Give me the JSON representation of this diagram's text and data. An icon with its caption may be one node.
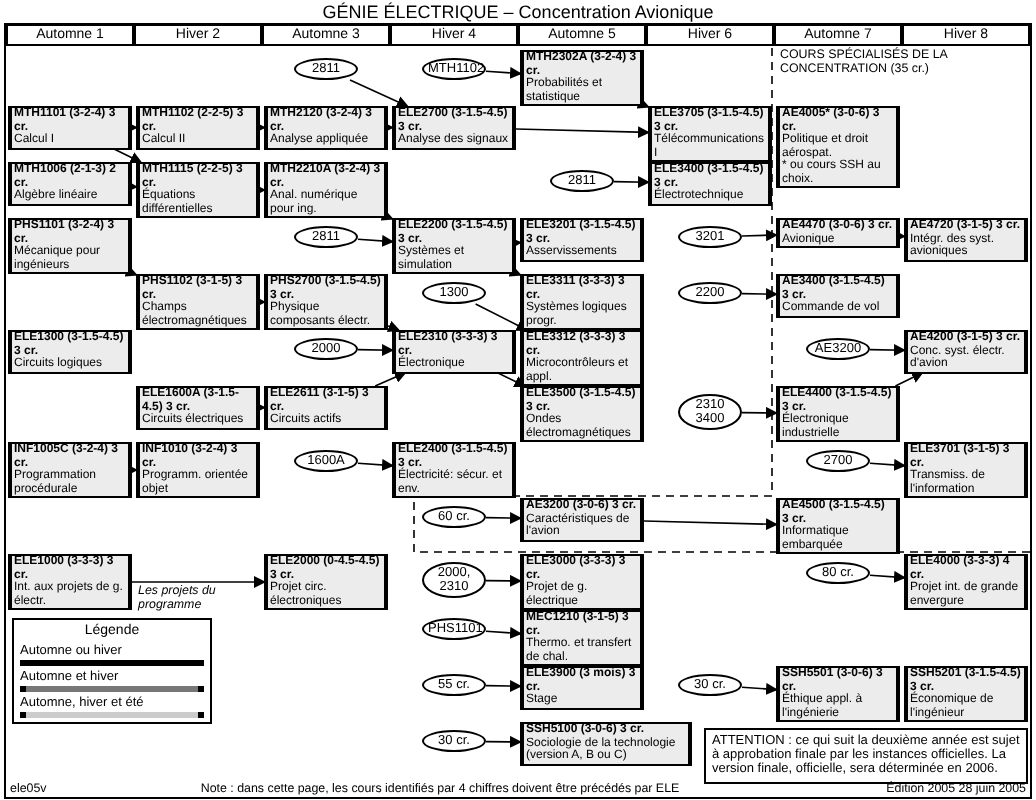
{
  "diagram": {
    "title": "GÉNIE ÉLECTRIQUE – Concentration Avionique",
    "nodes": [
      {
        "text": [
          "MTH1101 (3-2-4) 3 cr.",
          "Calcul I"
        ]
      },
      {
        "text": [
          "MTH1006 (2-1-3) 2 cr.",
          "Algèbre linéaire"
        ]
      },
      {
        "text": [
          "PHS1101 (3-2-4) 3 cr.",
          "Mécanique pour ingénieurs"
        ]
      },
      {
        "text": [
          "ELE1300 (3-1.5-4.5) 3 cr.",
          "Circuits logiques"
        ]
      },
      {
        "text": [
          "INF1005C (3-2-4) 3 cr.",
          "Programmation procédurale"
        ]
      },
      {
        "text": [
          "ELE1000 (3-3-3) 3 cr.",
          "Int. aux projets de g. électr."
        ]
      },
      {
        "text": [
          "MTH1102 (2-2-5) 3 cr.",
          "Calcul II"
        ]
      },
      {
        "text": [
          "MTH1115 (2-2-5) 3 cr.",
          "Équations différentielles"
        ]
      },
      {
        "text": [
          "PHS1102 (3-1-5) 3 cr.",
          "Champs électromagnétiques"
        ]
      },
      {
        "text": [
          "ELE1600A (3-1.5-4.5) 3 cr.",
          "Circuits électriques"
        ]
      },
      {
        "text": [
          "INF1010 (3-2-4) 3 cr.",
          "Programm. orientée objet"
        ]
      },
      {
        "text": [
          "MTH2120 (3-2-4) 3 cr.",
          "Analyse appliquée"
        ]
      },
      {
        "text": [
          "MTH2210A (3-2-4) 3 cr.",
          "Anal. numérique pour ing."
        ]
      },
      {
        "text": [
          "PHS2700 (3-1.5-4.5) 3 cr.",
          "Physique composants électr."
        ]
      },
      {
        "text": [
          "ELE2611 (3-1-5) 3 cr.",
          "Circuits actifs"
        ]
      },
      {
        "text": [
          "ELE2000 (0-4.5-4.5) 3 cr.",
          "Projet circ. électroniques"
        ]
      },
      {
        "text": [
          "ELE2700 (3-1.5-4.5) 3 cr.",
          "Analyse des signaux"
        ]
      },
      {
        "text": [
          "ELE2200 (3-1.5-4.5) 3 cr.",
          "Systèmes et simulation"
        ]
      },
      {
        "text": [
          "ELE2310 (3-3-3) 3 cr.",
          "Électronique"
        ]
      },
      {
        "text": [
          "ELE2400 (3-1.5-4.5) 3 cr.",
          "Électricité: sécur. et env."
        ]
      },
      {
        "text": [
          "MTH2302A (3-2-4) 3 cr.",
          "Probabilités et statistique"
        ]
      },
      {
        "text": [
          "ELE3201 (3-1.5-4.5) 3 cr.",
          "Asservissements"
        ]
      },
      {
        "text": [
          "ELE3311 (3-3-3) 3 cr.",
          "Systèmes logiques progr."
        ]
      },
      {
        "text": [
          "ELE3312 (3-3-3) 3 cr.",
          "Microcontrôleurs et appl."
        ]
      },
      {
        "text": [
          "ELE3500 (3-1.5-4.5) 3 cr.",
          "Ondes électromagnétiques"
        ]
      },
      {
        "text": [
          "AE3200 (3-0-6) 3 cr.",
          "Caractéristiques de l'avion"
        ]
      },
      {
        "text": [
          "ELE3000 (3-3-3) 3 cr.",
          "Projet de g. électrique"
        ]
      },
      {
        "text": [
          "MEC1210 (3-1-5) 3 cr.",
          "Thermo. et transfert de chal."
        ]
      },
      {
        "text": [
          "ELE3900 (3 mois) 3 cr.",
          "Stage"
        ]
      },
      {
        "text": [
          "SSH5100 (3-0-6) 3 cr.",
          "Sociologie de la technologie (version A, B ou C)"
        ]
      },
      {
        "text": [
          "ELE3705 (3-1.5-4.5) 3 cr.",
          "Télécommunications I"
        ]
      },
      {
        "text": [
          "ELE3400 (3-1.5-4.5) 3 cr.",
          "Électrotechnique"
        ]
      },
      {
        "text": [
          "AE4005* (3-0-6) 3 cr.",
          "Politique et droit aérospat.",
          "* ou cours SSH au choix."
        ]
      },
      {
        "text": [
          "AE4470 (3-0-6) 3 cr.",
          "Avionique"
        ]
      },
      {
        "text": [
          "AE3400 (3-1.5-4.5) 3 cr.",
          "Commande de vol"
        ]
      },
      {
        "text": [
          "ELE4400 (3-1.5-4.5) 3 cr.",
          "Électronique industrielle"
        ]
      },
      {
        "text": [
          "AE4500 (3-1.5-4.5) 3 cr.",
          "Informatique embarquée"
        ]
      },
      {
        "text": [
          "SSH5501 (3-0-6) 3 cr.",
          "Éthique appl. à l'ingénierie"
        ]
      },
      {
        "text": [
          "SSH5201 (3-1.5-4.5) 3 cr.",
          "Économique de l'ingénieur"
        ]
      },
      {
        "text": [
          "AE4720 (3-1-5) 3 cr.",
          "Intégr. des syst. avioniques"
        ]
      },
      {
        "text": [
          "AE4200 (3-1-5) 3 cr.",
          "Conc. syst. électr. d'avion"
        ]
      },
      {
        "text": [
          "ELE3701 (3-1-5) 3 cr.",
          "Transmiss. de l'information"
        ]
      },
      {
        "text": [
          "ELE4000 (3-3-3) 4 cr.",
          "Projet int. de grande envergure"
        ]
      },
      {
        "text": [
          "MTH1102"
        ]
      },
      {
        "text": [
          "2811"
        ]
      },
      {
        "text": [
          "2811"
        ]
      },
      {
        "text": [
          "2811"
        ]
      },
      {
        "text": [
          "2000"
        ]
      },
      {
        "text": [
          "1300"
        ]
      },
      {
        "text": [
          "2200"
        ]
      },
      {
        "text": [
          "3201"
        ]
      },
      {
        "text": [
          "2700"
        ]
      },
      {
        "text": [
          "AE3200"
        ]
      },
      {
        "text": [
          "2310 3400"
        ]
      },
      {
        "text": [
          "60 cr."
        ]
      },
      {
        "text": [
          "1600A"
        ]
      },
      {
        "text": [
          "80 cr."
        ]
      },
      {
        "text": [
          "2000, 2310"
        ]
      },
      {
        "text": [
          "PHS1101"
        ]
      },
      {
        "text": [
          "55 cr."
        ]
      },
      {
        "text": [
          "30 cr."
        ]
      },
      {
        "text": [
          "30 cr."
        ]
      },
      {
        "text": [
          "ATTENTION : ce qui suit la deuxième année est sujet à approbation finale par les instances officielles. La version finale, officielle, sera déterminée en 2006."
        ]
      }
    ],
    "edges": [
      {
        "from": 0,
        "to": 6,
        "arrow": "to"
      },
      {
        "from": 0,
        "to": 7,
        "arrow": "to"
      },
      {
        "from": 1,
        "to": 7,
        "arrow": "to"
      },
      {
        "from": 6,
        "to": 11,
        "arrow": "to"
      },
      {
        "from": 7,
        "to": 12,
        "arrow": "to"
      },
      {
        "from": 44,
        "to": 16,
        "arrow": "to"
      },
      {
        "from": 11,
        "to": 16,
        "arrow": "to"
      },
      {
        "from": 12,
        "to": 17,
        "arrow": "to"
      },
      {
        "from": 45,
        "to": 17,
        "arrow": "to"
      },
      {
        "from": 43,
        "to": 20,
        "arrow": "to"
      },
      {
        "from": 16,
        "to": 30,
        "arrow": "to"
      },
      {
        "from": 20,
        "to": 30,
        "arrow": "to"
      },
      {
        "from": 46,
        "to": 31,
        "arrow": "to"
      },
      {
        "from": 2,
        "to": 8,
        "arrow": "to"
      },
      {
        "from": 8,
        "to": 13,
        "arrow": "to"
      },
      {
        "from": 13,
        "to": 18,
        "arrow": "to"
      },
      {
        "from": 47,
        "to": 18,
        "arrow": "to"
      },
      {
        "from": 9,
        "to": 14,
        "arrow": "to"
      },
      {
        "from": 14,
        "to": 18,
        "arrow": "to"
      },
      {
        "from": 4,
        "to": 10,
        "arrow": "to"
      },
      {
        "from": 17,
        "to": 21,
        "arrow": "to"
      },
      {
        "from": 17,
        "to": 22,
        "arrow": "to"
      },
      {
        "from": 48,
        "to": 23,
        "arrow": "to"
      },
      {
        "from": 18,
        "to": 24,
        "arrow": "to"
      },
      {
        "from": 50,
        "to": 33,
        "arrow": "to"
      },
      {
        "from": 33,
        "to": 39,
        "arrow": "to"
      },
      {
        "from": 49,
        "to": 34,
        "arrow": "to"
      },
      {
        "from": 53,
        "to": 35,
        "arrow": "to"
      },
      {
        "from": 35,
        "to": 40,
        "arrow": "to"
      },
      {
        "from": 52,
        "to": 40,
        "arrow": "to"
      },
      {
        "from": 51,
        "to": 41,
        "arrow": "to"
      },
      {
        "from": 54,
        "to": 25,
        "arrow": "to"
      },
      {
        "from": 25,
        "to": 36,
        "arrow": "to"
      },
      {
        "from": 55,
        "to": 19,
        "arrow": "to"
      },
      {
        "from": 5,
        "to": 15,
        "arrow": "to"
      },
      {
        "from": 57,
        "to": 26,
        "arrow": "to"
      },
      {
        "from": 56,
        "to": 42,
        "arrow": "to"
      },
      {
        "from": 58,
        "to": 27,
        "arrow": "to"
      },
      {
        "from": 59,
        "to": 28,
        "arrow": "to"
      },
      {
        "from": 60,
        "to": 37,
        "arrow": "to"
      },
      {
        "from": 61,
        "to": 29,
        "arrow": "to"
      }
    ],
    "labels": [
      "Automne 1",
      "Hiver 2",
      "Automne 3",
      "Hiver 4",
      "Automne 5",
      "Hiver 6",
      "Automne 7",
      "Hiver 8",
      "COURS SPÉCIALISÉS DE LA CONCENTRATION (35 cr.)",
      "Les projets du programme",
      "Légende",
      "ele05v",
      "Note : dans cette page, les cours identifiés par 4 chiffres doivent être précédés par ELE",
      "Édition 2005 28 juin 2005"
    ],
    "legend": [
      {
        "text": "Automne ou hiver"
      },
      {
        "text": "Automne et hiver"
      },
      {
        "text": "Automne, hiver et été"
      }
    ]
  }
}
